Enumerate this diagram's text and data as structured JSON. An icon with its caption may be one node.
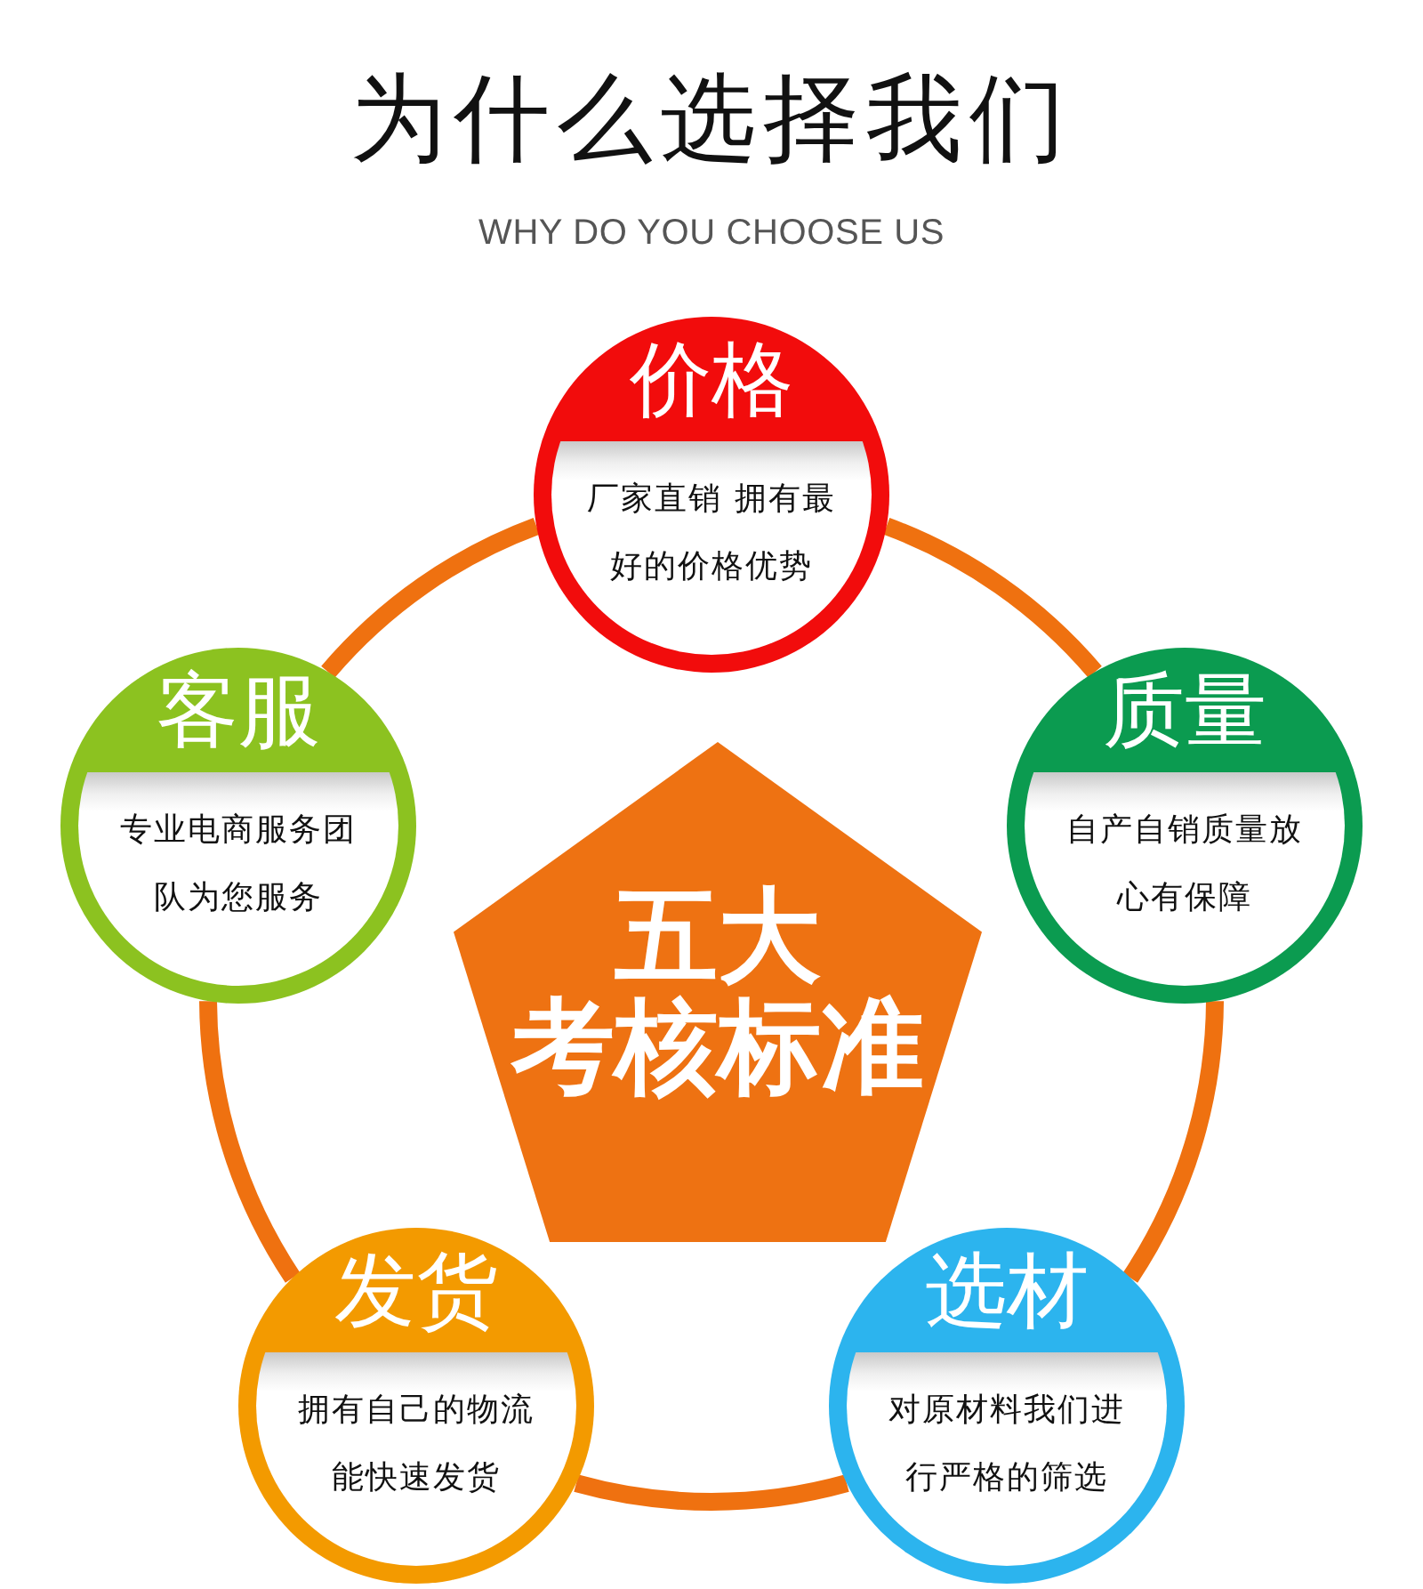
{
  "diagram": {
    "title": "为什么选择我们",
    "nodes": [
      {
        "text": [
          "价格",
          "厂家直销 拥有最好的价格优势"
        ]
      },
      {
        "text": [
          "客服",
          "专业电商服务团队为您服务"
        ]
      },
      {
        "text": [
          "质量",
          "自产自销质量放心有保障"
        ]
      },
      {
        "text": [
          "五大考核标准"
        ]
      },
      {
        "text": [
          "发货",
          "拥有自己的物流能快速发货"
        ]
      },
      {
        "text": [
          "选材",
          "对原材料我们进行严格的筛选"
        ]
      }
    ],
    "edges": [
      {
        "from": 0,
        "to": 2,
        "arrow": "none"
      },
      {
        "from": 2,
        "to": 5,
        "arrow": "none"
      },
      {
        "from": 5,
        "to": 4,
        "arrow": "none"
      },
      {
        "from": 4,
        "to": 1,
        "arrow": "none"
      },
      {
        "from": 1,
        "to": 0,
        "arrow": "none"
      }
    ],
    "labels": [
      "WHY DO YOU CHOOSE US"
    ]
  }
}
